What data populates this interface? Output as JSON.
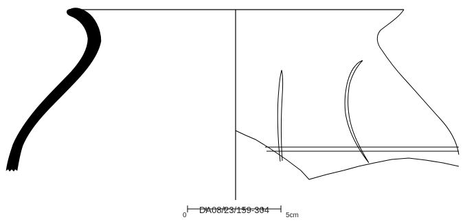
{
  "figure": {
    "catalog_id": "DA08/23/159-304",
    "scale_start": "0",
    "scale_end": "5cm"
  },
  "colors": {
    "background": "#ffffff",
    "ink": "#000000",
    "profile_fill": "#000000"
  }
}
